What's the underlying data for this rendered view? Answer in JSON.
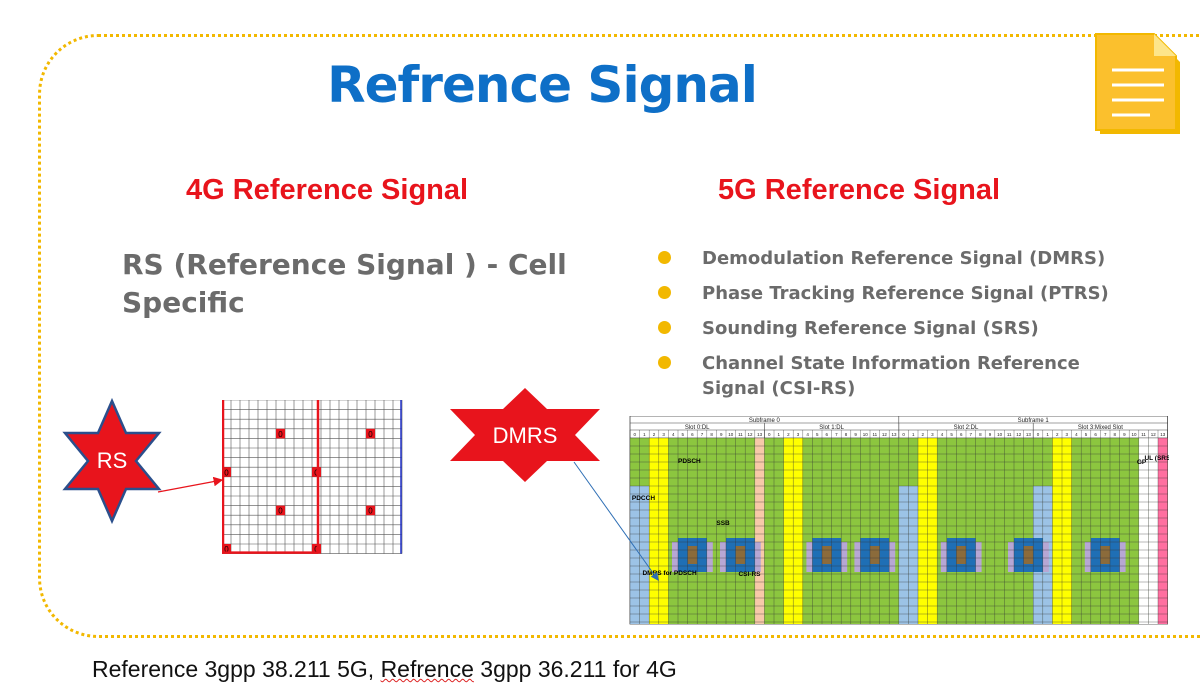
{
  "slide": {
    "title": "Refrence Signal",
    "left_heading": "4G Reference Signal",
    "right_heading": "5G Reference Signal",
    "lte_rs_text": "RS (Reference Signal ) - Cell Specific",
    "nr_signals": [
      "Demodulation Reference Signal (DMRS)",
      "Phase Tracking Reference Signal (PTRS)",
      "Sounding Reference Signal (SRS)",
      "Channel State Information Reference Signal (CSI-RS)"
    ],
    "footer_part1": "Reference 3gpp 38.211 5G,  ",
    "footer_part2": "Refrence",
    "footer_part3": " 3gpp 36.211 for 4G"
  },
  "callouts": {
    "rs_star": "RS",
    "dmrs_star": "DMRS"
  },
  "lte_grid": {
    "re_label": "0"
  },
  "nr_grid": {
    "subframes": [
      "Subframe 0",
      "Subframe 1"
    ],
    "slots": [
      "Slot 0:DL",
      "Slot 1:DL",
      "Slot 2:DL",
      "Slot 3:Mixed Slot"
    ],
    "symbol_numbers": [
      "0",
      "1",
      "2",
      "3",
      "4",
      "5",
      "6",
      "7",
      "8",
      "9",
      "10",
      "11",
      "12",
      "13"
    ],
    "labels": {
      "pdsch": "PDSCH",
      "pdcch": "PDCCH",
      "ssb": "SSB",
      "dmrs_for_pdsch": "DMRS for PDSCH",
      "csi_rs": "CSI-RS",
      "gp": "GP",
      "ul_srs": "UL (SRS)"
    }
  },
  "colors": {
    "title": "#0e6fc7",
    "heading": "#e8141c",
    "bullet": "#f2b800",
    "frame": "#f2b800",
    "star": "#e8141c",
    "star_outline": "#2b4f8c",
    "pdsch": "#8cc63f",
    "pdcch": "#9cc3e6",
    "yellow": "#ffff00",
    "csi": "#f7c9a9",
    "srs": "#ff6fa0",
    "ssb": "#1f6fb5"
  },
  "icons": {
    "document": "document-icon"
  }
}
